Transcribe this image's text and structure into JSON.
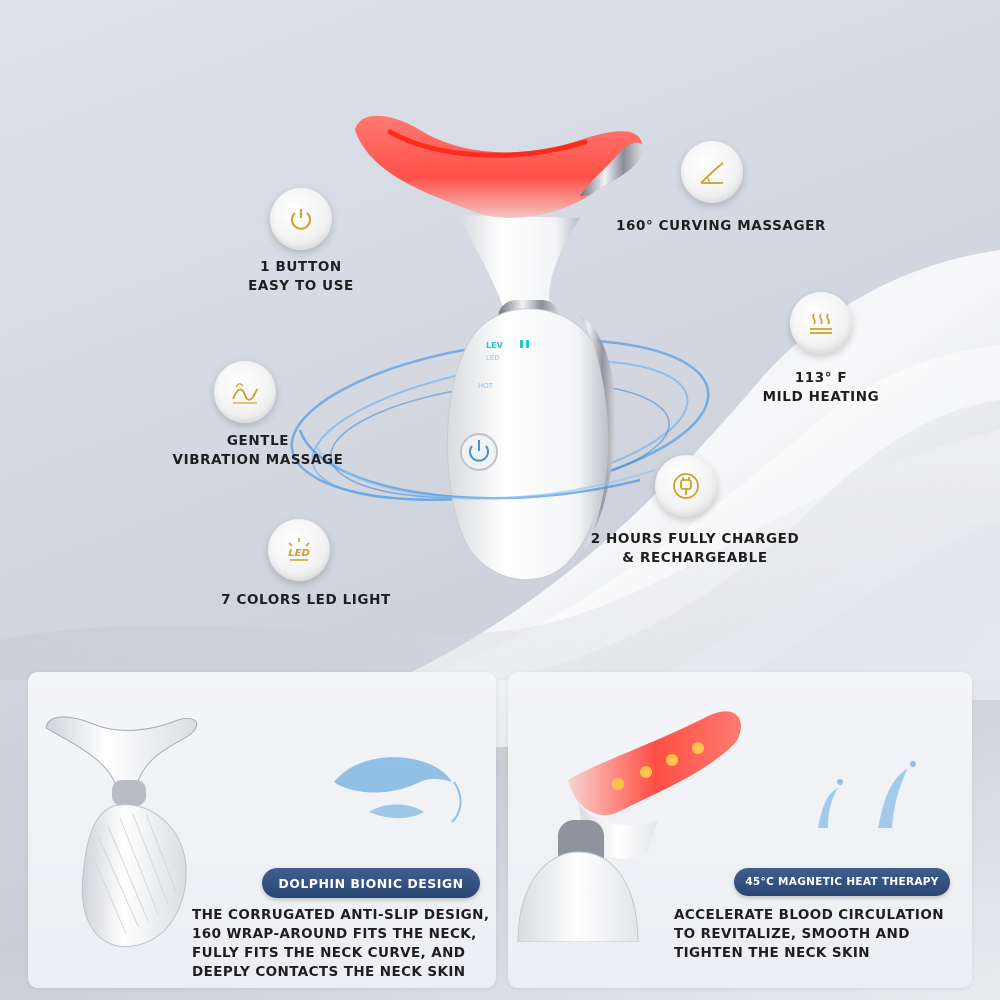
{
  "features": [
    {
      "key": "button",
      "icon": "power-icon",
      "lines": [
        "1 BUTTON",
        "EASY TO USE"
      ]
    },
    {
      "key": "curve",
      "icon": "curve-angle-icon",
      "lines": [
        "160° CURVING MASSAGER"
      ]
    },
    {
      "key": "heat",
      "icon": "heat-waves-icon",
      "lines": [
        "113° F",
        "MILD HEATING"
      ]
    },
    {
      "key": "vibration",
      "icon": "vibration-wave-icon",
      "lines": [
        "GENTLE",
        "VIBRATION MASSAGE"
      ]
    },
    {
      "key": "charge",
      "icon": "charging-plug-icon",
      "lines": [
        "2 HOURS FULLY CHARGED",
        "& RECHARGEABLE"
      ]
    },
    {
      "key": "led",
      "icon": "led-icon",
      "icon_text": "LED",
      "lines": [
        "7 COLORS LED LIGHT"
      ]
    }
  ],
  "device": {
    "display_lines": [
      "LEV",
      "LED",
      "HOT"
    ]
  },
  "panels": {
    "left": {
      "badge": "DOLPHIN BIONIC DESIGN",
      "lines": [
        "THE CORRUGATED ANTI-SLIP DESIGN,",
        "160  WRAP-AROUND FITS THE NECK,",
        "FULLY FITS THE NECK CURVE, AND",
        "DEEPLY CONTACTS THE NECK SKIN"
      ]
    },
    "right": {
      "badge": "45°C MAGNETIC HEAT THERAPY",
      "lines": [
        "ACCELERATE BLOOD CIRCULATION",
        "TO REVITALIZE, SMOOTH AND",
        "TIGHTEN THE NECK SKIN"
      ]
    }
  },
  "colors": {
    "accent_gold": "#c9a227",
    "badge_blue": "#34527f",
    "led_red": "#ff4b45",
    "ring_blue": "#3d8fe0"
  }
}
